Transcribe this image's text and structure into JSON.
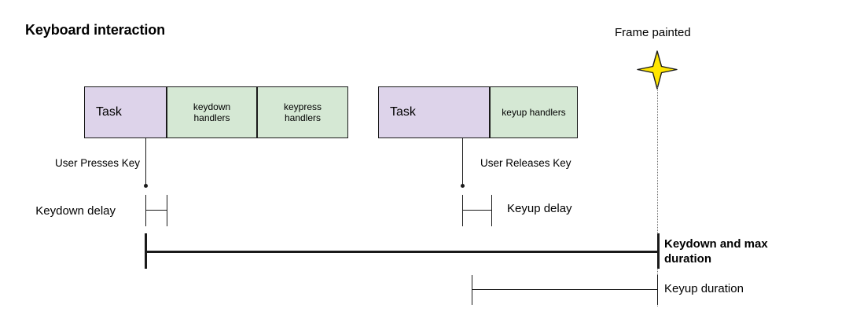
{
  "diagram": {
    "title": "Keyboard interaction",
    "frame_marker": {
      "label": "Frame painted",
      "icon": "four-point-star-icon"
    },
    "lanes": [
      {
        "name": "keydown-lane",
        "blocks": [
          {
            "label": "Task",
            "kind": "task"
          },
          {
            "label": "keydown\nhandlers",
            "kind": "handler",
            "line1": "keydown",
            "line2": "handlers"
          },
          {
            "label": "keypress\nhandlers",
            "kind": "handler",
            "line1": "keypress",
            "line2": "handlers"
          }
        ]
      },
      {
        "name": "keyup-lane",
        "blocks": [
          {
            "label": "Task",
            "kind": "task"
          },
          {
            "label": "keyup handlers",
            "kind": "handler",
            "line1": "keyup handlers",
            "line2": ""
          }
        ]
      }
    ],
    "events": [
      {
        "name": "user-presses-key",
        "label": "User Presses Key"
      },
      {
        "name": "user-releases-key",
        "label": "User Releases Key"
      }
    ],
    "measures": [
      {
        "name": "keydown-delay",
        "label": "Keydown delay",
        "bold": false
      },
      {
        "name": "keyup-delay",
        "label": "Keyup delay",
        "bold": false
      },
      {
        "name": "keydown-max-duration",
        "label": "Keydown and max duration",
        "line1": "Keydown and max",
        "line2": "duration",
        "bold": true
      },
      {
        "name": "keyup-duration",
        "label": "Keyup duration",
        "bold": false
      }
    ],
    "colors": {
      "task_fill": "#ddd3ea",
      "handler_fill": "#d5e8d4",
      "stroke": "#1a1a1a",
      "star_fill": "#ffe600",
      "guide": "#6d6d6d"
    }
  }
}
